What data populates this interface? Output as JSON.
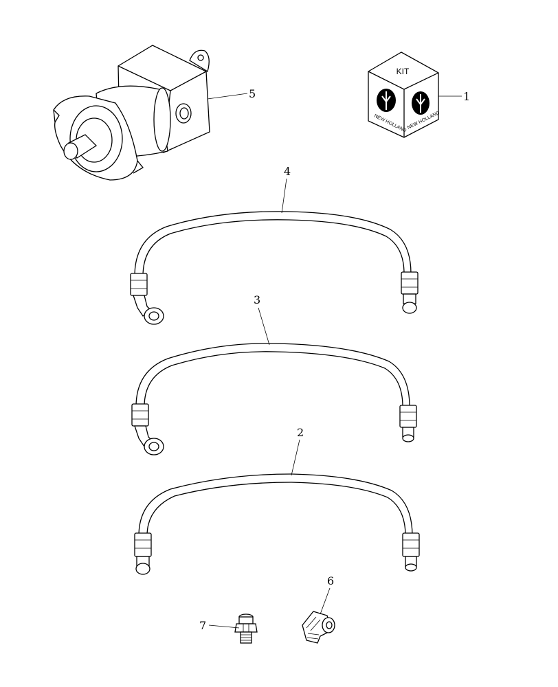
{
  "diagram": {
    "callouts": [
      "1",
      "2",
      "3",
      "4",
      "5",
      "6",
      "7"
    ],
    "kit_box": {
      "top_label": "KIT",
      "brand_left": "NEW HOLLAND",
      "brand_right": "NEW HOLLAND"
    }
  }
}
